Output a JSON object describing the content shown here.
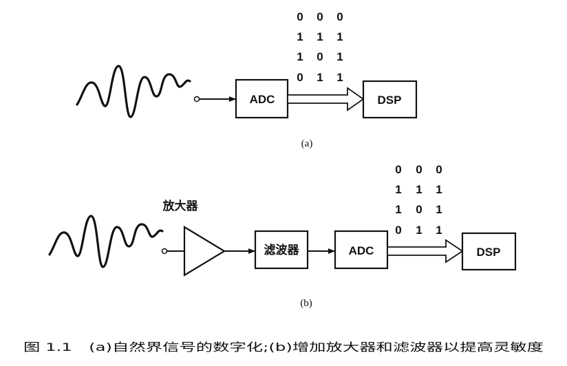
{
  "figure": {
    "panel_a": {
      "adc_label": "ADC",
      "dsp_label": "DSP",
      "bits": [
        [
          "0",
          "0",
          "0"
        ],
        [
          "1",
          "1",
          "1"
        ],
        [
          "1",
          "0",
          "1"
        ],
        [
          "0",
          "1",
          "1"
        ]
      ],
      "caption": "(a)"
    },
    "panel_b": {
      "amplifier_label": "放大器",
      "filter_label": "滤波器",
      "adc_label": "ADC",
      "dsp_label": "DSP",
      "bits": [
        [
          "0",
          "0",
          "0"
        ],
        [
          "1",
          "1",
          "1"
        ],
        [
          "1",
          "0",
          "1"
        ],
        [
          "0",
          "1",
          "1"
        ]
      ],
      "caption": "(b)"
    },
    "caption": "图 1.1　(a)自然界信号的数字化;(b)增加放大器和滤波器以提高灵敏度"
  }
}
